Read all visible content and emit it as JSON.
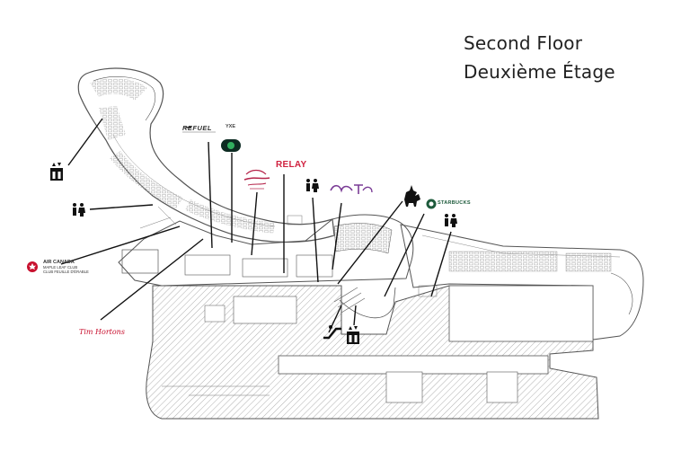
{
  "title": {
    "en": "Second Floor",
    "fr": "Deuxième Étage"
  },
  "logos": {
    "refuel": "REFUEL",
    "yxe": "YXE",
    "relay": "RELAY",
    "starbucks": "STARBUCKS",
    "tim_hortons": "Tim Hortons",
    "air_canada": "AIR CANADA",
    "maple_leaf": "MAPLE LEAF CLUB",
    "club_feuille": "CLUB FEUILLE D'ÉRABLE"
  },
  "icons": [
    "elevator-icon",
    "restroom-icon",
    "air-canada-logo",
    "tim-hortons-logo",
    "refuel-logo",
    "yxe-logo",
    "relay-logo",
    "starbucks-logo",
    "dog-relief-icon",
    "escalator-icon"
  ],
  "colors": {
    "plan_line": "#555555",
    "callout": "#111111",
    "relay": "#d0213f",
    "tim": "#c8102e",
    "starbucks": "#1e5b3c",
    "purple_logo": "#7a3c96",
    "red_logo": "#b5244a"
  }
}
